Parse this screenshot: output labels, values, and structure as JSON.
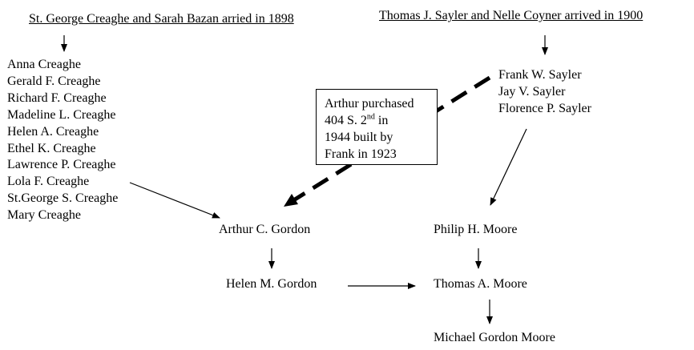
{
  "headings": {
    "creaghe": "St. George Creaghe and Sarah Bazan arried in 1898",
    "sayler": "Thomas J. Sayler and Nelle Coyner arrived in 1900"
  },
  "creaghe_children": [
    "Anna Creaghe",
    "Gerald F. Creaghe",
    "Richard F. Creaghe",
    "Madeline L. Creaghe",
    "Helen A. Creaghe",
    "Ethel K. Creaghe",
    "Lawrence P. Creaghe",
    "Lola F. Creaghe",
    "St.George S. Creaghe",
    "Mary Creaghe"
  ],
  "sayler_children": [
    "Frank W. Sayler",
    "Jay V. Sayler",
    "Florence P. Sayler"
  ],
  "note": {
    "line1": "Arthur purchased",
    "line2_main": "404 S. 2",
    "line2_sup": "nd",
    "line2_tail": " in",
    "line3": "1944  built by",
    "line4": "Frank in 1923"
  },
  "people": {
    "arthur": "Arthur C. Gordon",
    "helen": "Helen M. Gordon",
    "philip": "Philip H. Moore",
    "thomas": "Thomas A. Moore",
    "michael": "Michael Gordon Moore"
  }
}
